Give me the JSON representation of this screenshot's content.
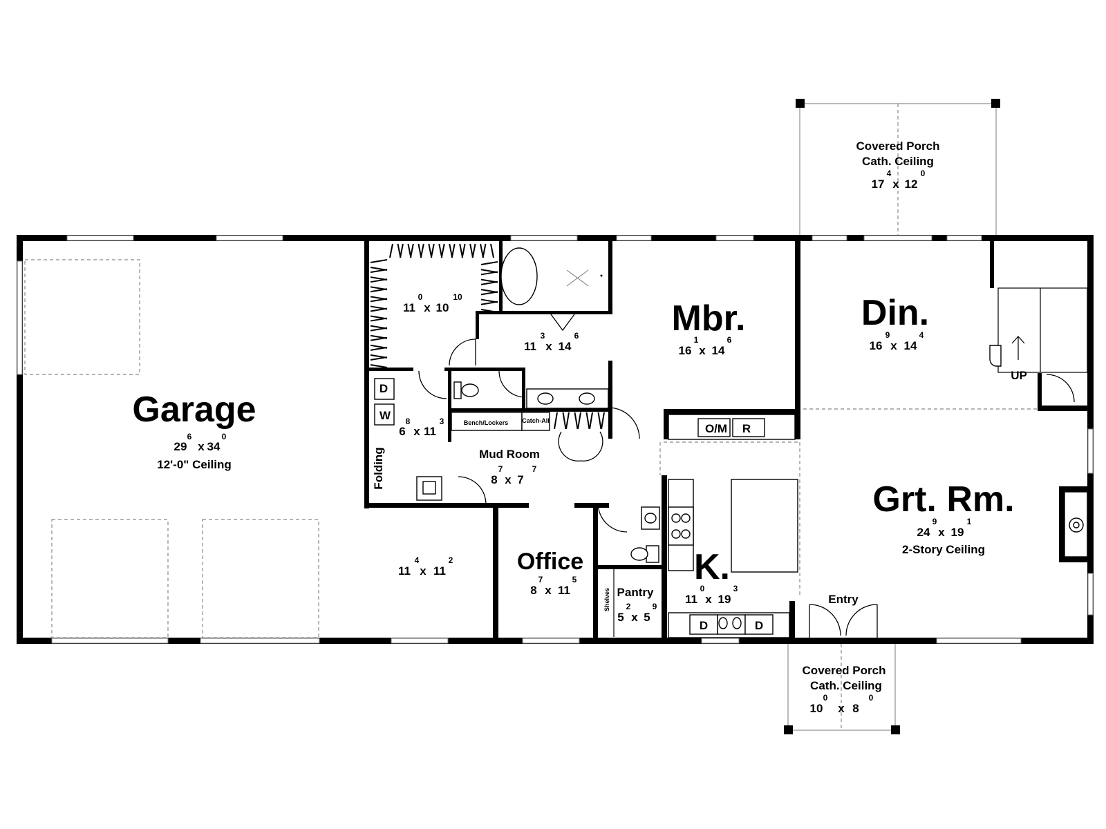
{
  "rooms": {
    "garage": {
      "name": "Garage",
      "w": "29",
      "w_in": "6",
      "x": "x",
      "d": "34",
      "d_in": "0",
      "note": "12'-0\" Ceiling"
    },
    "closet": {
      "w": "11",
      "w_in": "0",
      "x": "x",
      "d": "10",
      "d_in": "10"
    },
    "bath": {
      "w": "11",
      "w_in": "3",
      "x": "x",
      "d": "14",
      "d_in": "6"
    },
    "mbr": {
      "name": "Mbr.",
      "w": "16",
      "w_in": "1",
      "x": "x",
      "d": "14",
      "d_in": "6"
    },
    "din": {
      "name": "Din.",
      "w": "16",
      "w_in": "9",
      "x": "x",
      "d": "14",
      "d_in": "4"
    },
    "laundry": {
      "w": "6",
      "w_in": "8",
      "x": "x",
      "d": "11",
      "d_in": "3",
      "dryer": "D",
      "washer": "W",
      "folding": "Folding"
    },
    "mud": {
      "name": "Mud Room",
      "w": "8",
      "w_in": "7",
      "x": "x",
      "d": "7",
      "d_in": "7",
      "bench": "Bench/Lockers",
      "catch": "Catch-All"
    },
    "shop": {
      "w": "11",
      "w_in": "4",
      "x": "x",
      "d": "11",
      "d_in": "2"
    },
    "office": {
      "name": "Office",
      "w": "8",
      "w_in": "7",
      "x": "x",
      "d": "11",
      "d_in": "5"
    },
    "pantry": {
      "name": "Pantry",
      "w": "5",
      "w_in": "2",
      "x": "x",
      "d": "5",
      "d_in": "9",
      "shelves": "Shelves"
    },
    "kitchen": {
      "name": "K.",
      "w": "11",
      "w_in": "0",
      "x": "x",
      "d": "19",
      "d_in": "3",
      "om": "O/M",
      "r": "R",
      "dw1": "D",
      "dw2": "D"
    },
    "grt": {
      "name": "Grt. Rm.",
      "w": "24",
      "w_in": "9",
      "x": "x",
      "d": "19",
      "d_in": "1",
      "note": "2-Story Ceiling"
    },
    "porch_top": {
      "name": "Covered Porch",
      "note": "Cath. Ceiling",
      "w": "17",
      "w_in": "4",
      "x": "x",
      "d": "12",
      "d_in": "0"
    },
    "porch_bottom": {
      "name": "Covered Porch",
      "note": "Cath. Ceiling",
      "w": "10",
      "w_in": "0",
      "x": "x",
      "d": "8",
      "d_in": "0"
    },
    "entry": {
      "name": "Entry"
    },
    "stairs": {
      "label": "UP"
    }
  }
}
